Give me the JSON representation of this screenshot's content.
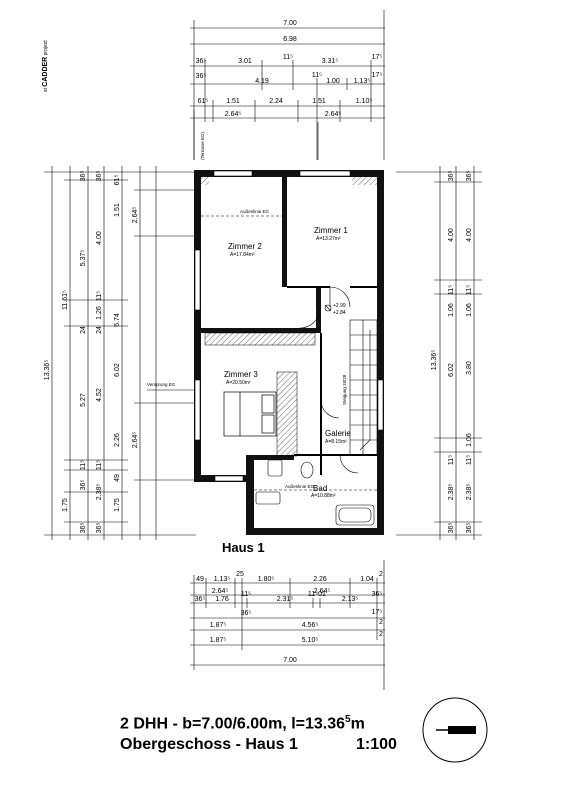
{
  "logo": {
    "prefix": "st",
    "brand": "CADDER",
    "suffix": "project"
  },
  "haus_label": "Haus 1",
  "title_line1": "2 DHH - b=7.00/6.00m, l=13.36",
  "title_line1_sup": "5",
  "title_line1_end": "m",
  "title_line2": "Obergeschoss - Haus 1",
  "scale": "1:100",
  "rooms": [
    {
      "name": "Zimmer  1",
      "area": "A=13.27m²"
    },
    {
      "name": "Zimmer  2",
      "area": "A=17.84m²"
    },
    {
      "name": "Zimmer  3",
      "area": "A=20.50m²"
    },
    {
      "name": "Galerie",
      "area": "A=8.15m²"
    },
    {
      "name": "Bad",
      "area": "A=10.88m²"
    }
  ],
  "notes": {
    "aussenlinie_top": "Außenlinie EG",
    "aussenlinie_bottom": "Außenlinie EG",
    "versprung": "Versprung EG",
    "terrasse": "(Terrasse EG)",
    "level_1": "+2.99",
    "level_2": "+2.84",
    "stair": "Steigung 18/28"
  },
  "dims_top": {
    "row1": [
      "7.00"
    ],
    "row2": [
      "6.98"
    ],
    "row3": [
      "36⁵",
      "3.01",
      "11⁵",
      "3.31⁵",
      "17⁵"
    ],
    "row4": [
      "36⁵",
      "4.19",
      "11⁵",
      "1.00",
      "1.13⁵",
      "17⁵"
    ],
    "row5": [
      "61⁵",
      "1.51",
      "2.24",
      "1.51",
      "1.10⁵"
    ],
    "row6": [
      "2.64⁵",
      "2.64⁵"
    ]
  },
  "dims_left": {
    "outer": [
      "13.36⁵"
    ],
    "col2": [
      "11.61⁵",
      "1.75"
    ],
    "col3": [
      "36⁵",
      "5.37⁵",
      "24",
      "5.27",
      "11⁵",
      "36⁵",
      "36⁵"
    ],
    "col4": [
      "36⁵",
      "4.00",
      "11⁵",
      "1.26",
      "24",
      "4.52",
      "11⁵",
      "2.38⁵",
      "36⁵"
    ],
    "col5": [
      "61⁵",
      "1.51",
      "6.74",
      "2.26",
      "49",
      "1.75"
    ],
    "col6": [
      "2.64⁵",
      "2.64⁵"
    ],
    "col7": [
      "6.02"
    ]
  },
  "dims_right": {
    "outer": [
      "13.36⁵"
    ],
    "col2": [
      "36⁵",
      "4.00",
      "11⁵",
      "1.06",
      "6.02",
      "11⁵",
      "2.38⁵",
      "36⁵"
    ],
    "col3": [
      "36⁵",
      "4.00",
      "11⁵",
      "1.06",
      "3.80",
      "1.06",
      "11⁵",
      "2.38⁵",
      "36⁵"
    ]
  },
  "dims_bottom": {
    "row1": [
      "49",
      "1.13⁵",
      "25",
      "1.80⁵",
      "2.26",
      "1.04",
      "2"
    ],
    "row2": [
      "2.64⁵",
      "2.64⁵"
    ],
    "row3": [
      "36⁵",
      "1.76",
      "11⁵",
      "2.31⁵",
      "11⁵",
      "01",
      "2.13⁵",
      "36⁵"
    ],
    "row4": [
      "36⁵",
      "17⁵"
    ],
    "row5": [
      "1.87⁵",
      "4.56⁵",
      "2"
    ],
    "row6": [
      "1.87⁵",
      "5.10⁵"
    ],
    "row7": [
      "2"
    ],
    "row8": [
      "7.00"
    ]
  }
}
